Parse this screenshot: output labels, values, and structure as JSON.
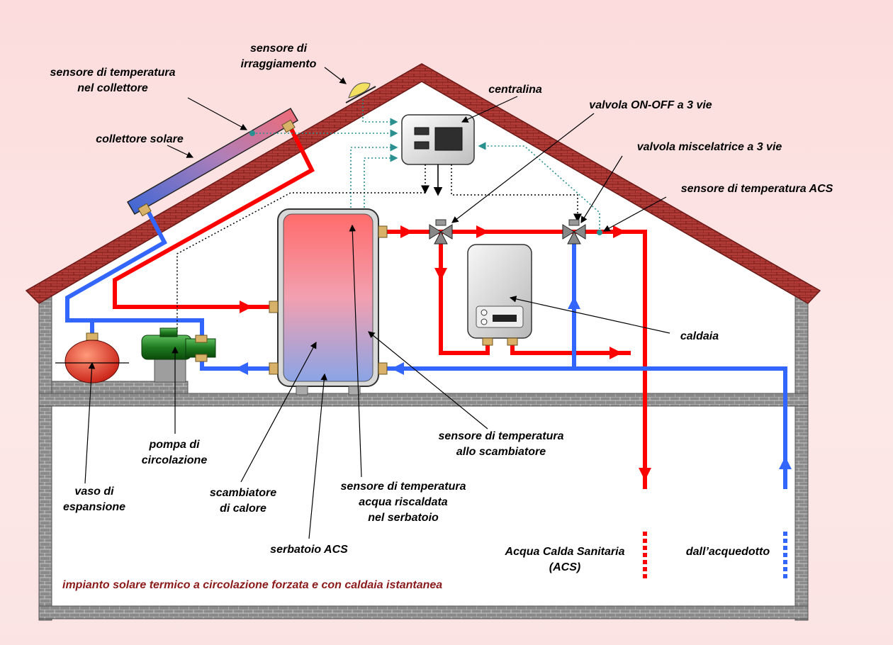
{
  "labels": {
    "irradiance_sensor": [
      "sensore di",
      "irraggiamento"
    ],
    "collector_sensor": [
      "sensore di temperatura",
      "nel collettore"
    ],
    "solar_collector": "collettore solare",
    "controller": "centralina",
    "onoff_valve": "valvola ON-OFF a 3 vie",
    "mixing_valve": "valvola miscelatrice a 3 vie",
    "dhw_sensor": "sensore di temperatura ACS",
    "boiler": "caldaia",
    "exchanger_sensor": [
      "sensore di temperatura",
      "allo scambiatore"
    ],
    "pump": [
      "pompa di",
      "circolazione"
    ],
    "expansion_vessel": [
      "vaso di",
      "espansione"
    ],
    "heat_exchanger": [
      "scambiatore",
      "di calore"
    ],
    "tank_sensor": [
      "sensore di temperatura",
      "acqua riscaldata",
      "nel serbatoio"
    ],
    "tank": "serbatoio ACS",
    "hot_water_out": [
      "Acqua Calda Sanitaria",
      "(ACS)"
    ],
    "from_mains": "dall’acquedotto"
  },
  "caption": "impianto solare termico a circolazione forzata e con caldaia istantanea",
  "colors": {
    "hot": "#ff0000",
    "cold": "#3366ff",
    "wall": "#7a7a7a",
    "roof": "#a8322f",
    "signal": "#2a9090"
  }
}
